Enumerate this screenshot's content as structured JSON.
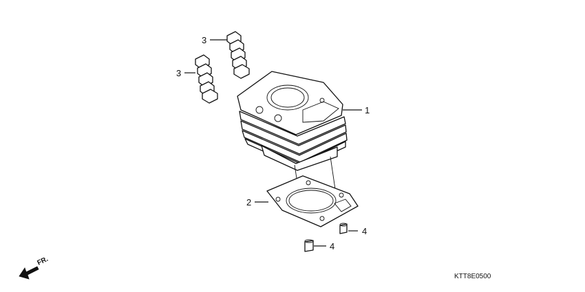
{
  "diagram": {
    "callouts": [
      {
        "id": "cylinder",
        "label": "1"
      },
      {
        "id": "gasket",
        "label": "2"
      },
      {
        "id": "rubber-upper",
        "label": "3"
      },
      {
        "id": "rubber-lower",
        "label": "3"
      },
      {
        "id": "dowel-right",
        "label": "4"
      },
      {
        "id": "dowel-left",
        "label": "4"
      }
    ],
    "direction_label": "FR.",
    "diagram_code": "KTT8E0500"
  }
}
